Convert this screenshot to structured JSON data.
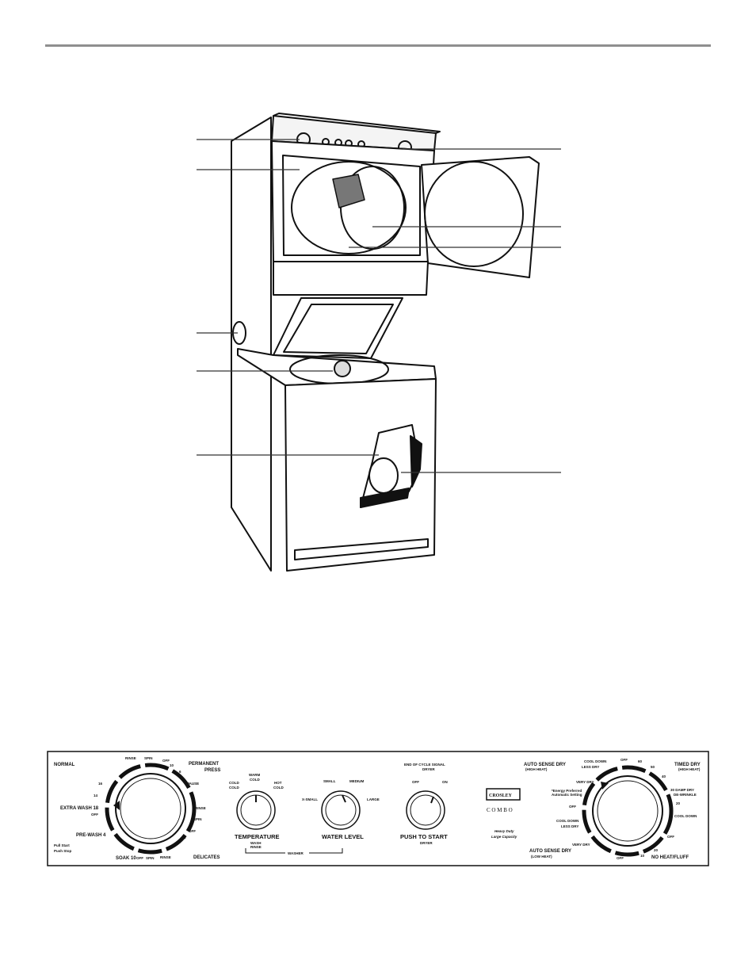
{
  "panel": {
    "washer_dial": {
      "normal": "NORMAL",
      "rinse_top": "RINSE",
      "spin_top": "SPIN",
      "off_top": "OFF",
      "ten": "10",
      "six": "6",
      "permanent_press_1": "PERMANENT",
      "permanent_press_2": "PRESS",
      "pause": "PAUSE",
      "sixteen": "16",
      "fourteen": "14",
      "extra_wash": "EXTRA WASH 18",
      "off_left": "OFF",
      "rinse_right": "RINSE",
      "spin_right": "SPIN",
      "off_right": "OFF",
      "six_right": "6",
      "pre_wash": "PRE-WASH 4",
      "pull_start": "Pull Start",
      "push_stop": "Push Stop",
      "soak": "SOAK 10",
      "off_bottom": "OFF",
      "spin_bottom": "SPIN",
      "rinse_bottom": "RINSE",
      "delicates": "DELICATES"
    },
    "temperature": {
      "cold_cold_1": "COLD",
      "cold_cold_2": "COLD",
      "warm_cold_1": "WARM",
      "warm_cold_2": "COLD",
      "hot_cold_1": "HOT",
      "hot_cold_2": "COLD",
      "label": "TEMPERATURE",
      "sub_1": "WASH",
      "sub_2": "RINSE"
    },
    "water_level": {
      "small": "SMALL",
      "medium": "MEDIUM",
      "xsmall": "X-SMALL",
      "large": "LARGE",
      "label": "WATER LEVEL"
    },
    "washer_bracket": "WASHER",
    "signal": {
      "title": "END OF CYCLE SIGNAL",
      "title_sub": "DRYER",
      "off": "OFF",
      "on": "ON",
      "push_to_start": "PUSH TO START",
      "push_sub": "DRYER"
    },
    "brand": {
      "name": "CROSLEY",
      "combo": "C O M B O",
      "tag_1": "Heavy Duty",
      "tag_2": "Large Capacity"
    },
    "dryer_dial": {
      "auto_high_1": "AUTO SENSE DRY",
      "auto_high_2": "(HIGH HEAT)",
      "cool_down_top": "COOL DOWN",
      "less_dry_top": "LESS DRY",
      "off_top": "OFF",
      "sixty": "60",
      "fifty": "50",
      "forty": "40",
      "timed_dry_1": "TIMED DRY",
      "timed_dry_2": "(HIGH HEAT)",
      "very_dry_top": "VERY DRY",
      "note_1": "*Energy Preferred",
      "note_2": "Automatic Setting",
      "damp_dry": "30 DAMP DRY",
      "de_wrinkle": "DE-WRINKLE",
      "off_left": "OFF",
      "twenty_right": "20",
      "cool_down_right": "COOL DOWN",
      "cool_down_left": "COOL DOWN",
      "less_dry_left": "LESS DRY",
      "off_right": "OFF",
      "very_dry_bottom": "VERY DRY",
      "twenty_bottom": "20",
      "auto_low_1": "AUTO SENSE DRY",
      "auto_low_2": "(LOW HEAT)",
      "off_bottom": "OFF",
      "ten_bottom": "10",
      "no_heat": "NO HEAT/FLUFF"
    }
  }
}
